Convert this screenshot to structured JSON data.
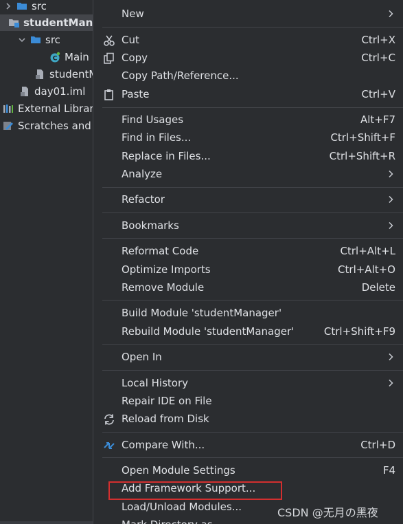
{
  "tree": {
    "items": [
      {
        "label": "src"
      },
      {
        "label": "studentManager"
      },
      {
        "label": "src"
      },
      {
        "label": "Main"
      },
      {
        "label": "studentManager.iml"
      },
      {
        "label": "day01.iml"
      },
      {
        "label": "External Libraries"
      },
      {
        "label": "Scratches and Consoles"
      }
    ]
  },
  "menu": {
    "items": [
      {
        "label": "New",
        "shortcut": "",
        "submenu": true,
        "icon": "",
        "mnemonic": "N"
      },
      {
        "label": "Cut",
        "shortcut": "Ctrl+X",
        "submenu": false,
        "icon": "scissors-icon",
        "mnemonic": "t"
      },
      {
        "label": "Copy",
        "shortcut": "Ctrl+C",
        "submenu": false,
        "icon": "copy-icon",
        "mnemonic": "C"
      },
      {
        "label": "Copy Path/Reference...",
        "shortcut": "",
        "submenu": false,
        "icon": ""
      },
      {
        "label": "Paste",
        "shortcut": "Ctrl+V",
        "submenu": false,
        "icon": "clipboard-icon",
        "mnemonic": "P"
      },
      {
        "label": "Find Usages",
        "shortcut": "Alt+F7",
        "submenu": false,
        "icon": ""
      },
      {
        "label": "Find in Files...",
        "shortcut": "Ctrl+Shift+F",
        "submenu": false,
        "icon": ""
      },
      {
        "label": "Replace in Files...",
        "shortcut": "Ctrl+Shift+R",
        "submenu": false,
        "icon": ""
      },
      {
        "label": "Analyze",
        "shortcut": "",
        "submenu": true,
        "icon": ""
      },
      {
        "label": "Refactor",
        "shortcut": "",
        "submenu": true,
        "icon": ""
      },
      {
        "label": "Bookmarks",
        "shortcut": "",
        "submenu": true,
        "icon": ""
      },
      {
        "label": "Reformat Code",
        "shortcut": "Ctrl+Alt+L",
        "submenu": false,
        "icon": ""
      },
      {
        "label": "Optimize Imports",
        "shortcut": "Ctrl+Alt+O",
        "submenu": false,
        "icon": ""
      },
      {
        "label": "Remove Module",
        "shortcut": "Delete",
        "submenu": false,
        "icon": ""
      },
      {
        "label": "Build Module 'studentManager'",
        "shortcut": "",
        "submenu": false,
        "icon": ""
      },
      {
        "label": "Rebuild Module 'studentManager'",
        "shortcut": "Ctrl+Shift+F9",
        "submenu": false,
        "icon": ""
      },
      {
        "label": "Open In",
        "shortcut": "",
        "submenu": true,
        "icon": ""
      },
      {
        "label": "Local History",
        "shortcut": "",
        "submenu": true,
        "icon": ""
      },
      {
        "label": "Repair IDE on File",
        "shortcut": "",
        "submenu": false,
        "icon": ""
      },
      {
        "label": "Reload from Disk",
        "shortcut": "",
        "submenu": false,
        "icon": "reload-icon"
      },
      {
        "label": "Compare With...",
        "shortcut": "Ctrl+D",
        "submenu": false,
        "icon": "compare-icon"
      },
      {
        "label": "Open Module Settings",
        "shortcut": "F4",
        "submenu": false,
        "icon": ""
      },
      {
        "label": "Add Framework Support...",
        "shortcut": "",
        "submenu": false,
        "icon": ""
      },
      {
        "label": "Load/Unload Modules...",
        "shortcut": "",
        "submenu": false,
        "icon": ""
      },
      {
        "label": "Mark Directory as",
        "shortcut": "",
        "submenu": false,
        "icon": ""
      }
    ]
  },
  "watermark": "CSDN @无月の黑夜",
  "colors": {
    "background": "#2b2d30",
    "text": "#dfe1e5",
    "separator": "#43454a",
    "highlight_border": "#d32f2f",
    "folder": "#3b8bd6"
  }
}
